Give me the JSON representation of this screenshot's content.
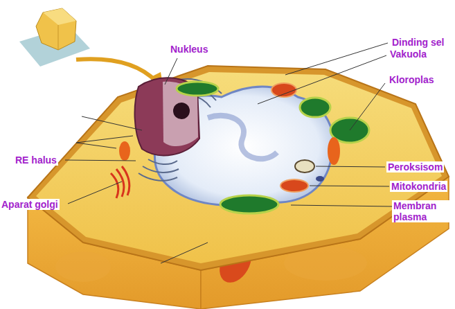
{
  "diagram": {
    "labels": [
      "Nukleus",
      "Dinding sel",
      "Vakuola",
      "Kloroplas",
      "RE halus",
      "Peroksisom",
      "Aparat golgi",
      "Mitokondria",
      "Membran plasma"
    ]
  }
}
